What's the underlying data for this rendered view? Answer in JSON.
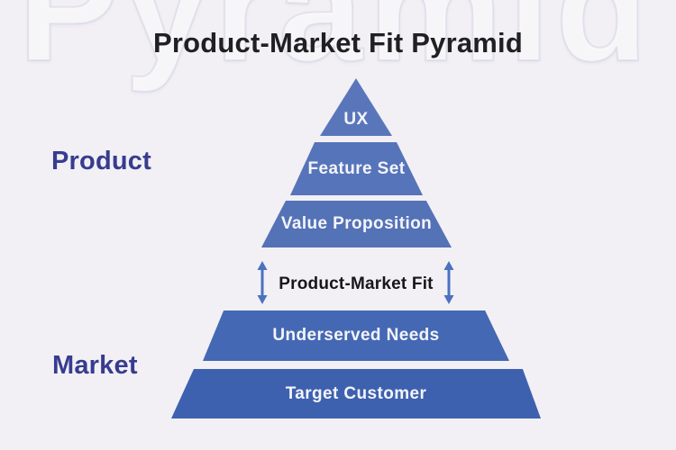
{
  "page": {
    "watermark": "Pyramid",
    "background_color": "#f2f0f5"
  },
  "title": "Product-Market Fit Pyramid",
  "side_labels": {
    "product": "Product",
    "market": "Market"
  },
  "pyramid": {
    "layers": [
      {
        "label": "UX",
        "color": "#5a76bb"
      },
      {
        "label": "Feature Set",
        "color": "#5674b9"
      },
      {
        "label": "Value Proposition",
        "color": "#5472b6"
      },
      {
        "label": "Underserved Needs",
        "color": "#4468b3"
      },
      {
        "label": "Target Customer",
        "color": "#3d61af"
      }
    ],
    "fit_label": "Product-Market Fit",
    "arrow_color": "#4a72c0"
  },
  "colors": {
    "title_text": "#201f24",
    "side_label_text": "#383c8f",
    "layer_text": "#f4f4f9",
    "fit_label_text": "#17161b"
  }
}
